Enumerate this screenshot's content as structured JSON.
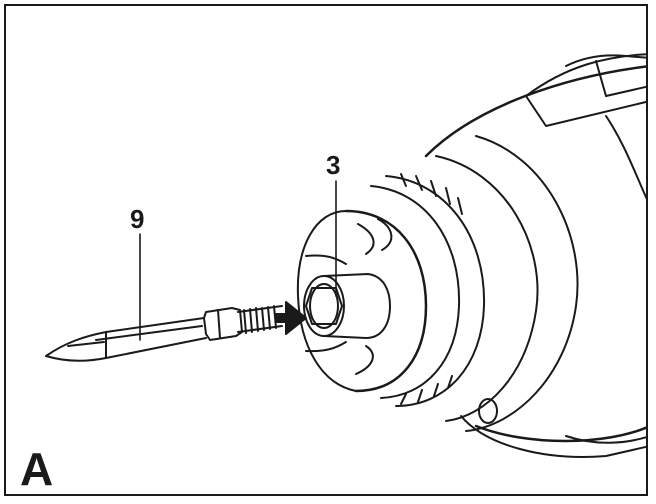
{
  "callouts": {
    "bit_number": "9",
    "chuck_number": "3"
  },
  "figure": {
    "letter": "A"
  },
  "colors": {
    "line": "#1a1a1a",
    "background": "#ffffff"
  }
}
